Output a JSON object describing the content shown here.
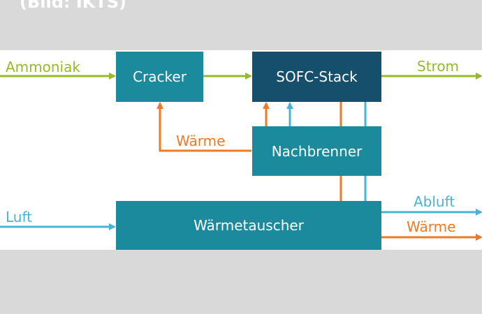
{
  "caption": "(Bild: IKTS)",
  "colors": {
    "green": "#95bb2a",
    "blue": "#47b4d6",
    "orange": "#ee7a22",
    "teal_box": "#1b8a9c",
    "dark_box": "#164f6b"
  },
  "nodes": {
    "cracker": "Cracker",
    "sofc_stack": "SOFC-Stack",
    "nachbrenner": "Nachbrenner",
    "waermetauscher": "Wärmetauscher"
  },
  "labels": {
    "ammoniak": "Ammoniak",
    "strom": "Strom",
    "waerme_cracker": "Wärme",
    "luft": "Luft",
    "abluft": "Abluft",
    "waerme_out": "Wärme"
  }
}
